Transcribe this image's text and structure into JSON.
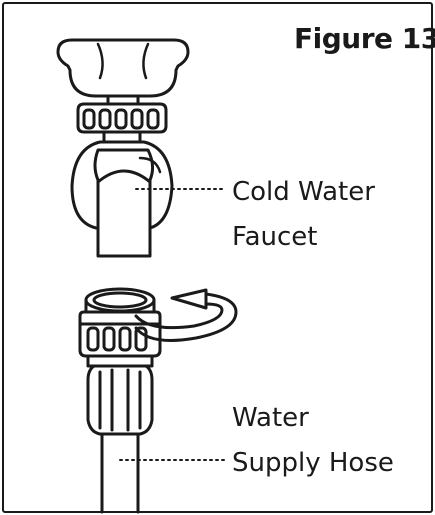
{
  "figure": {
    "title": "Figure 13"
  },
  "callouts": {
    "faucet": {
      "line1": "Cold Water",
      "line2": "Faucet"
    },
    "hose": {
      "line1": "Water",
      "line2": "Supply Hose"
    }
  },
  "icons": {
    "rotation": "curved-arrow-icon"
  },
  "colors": {
    "line": "#1a1a1a",
    "background": "#ffffff"
  }
}
